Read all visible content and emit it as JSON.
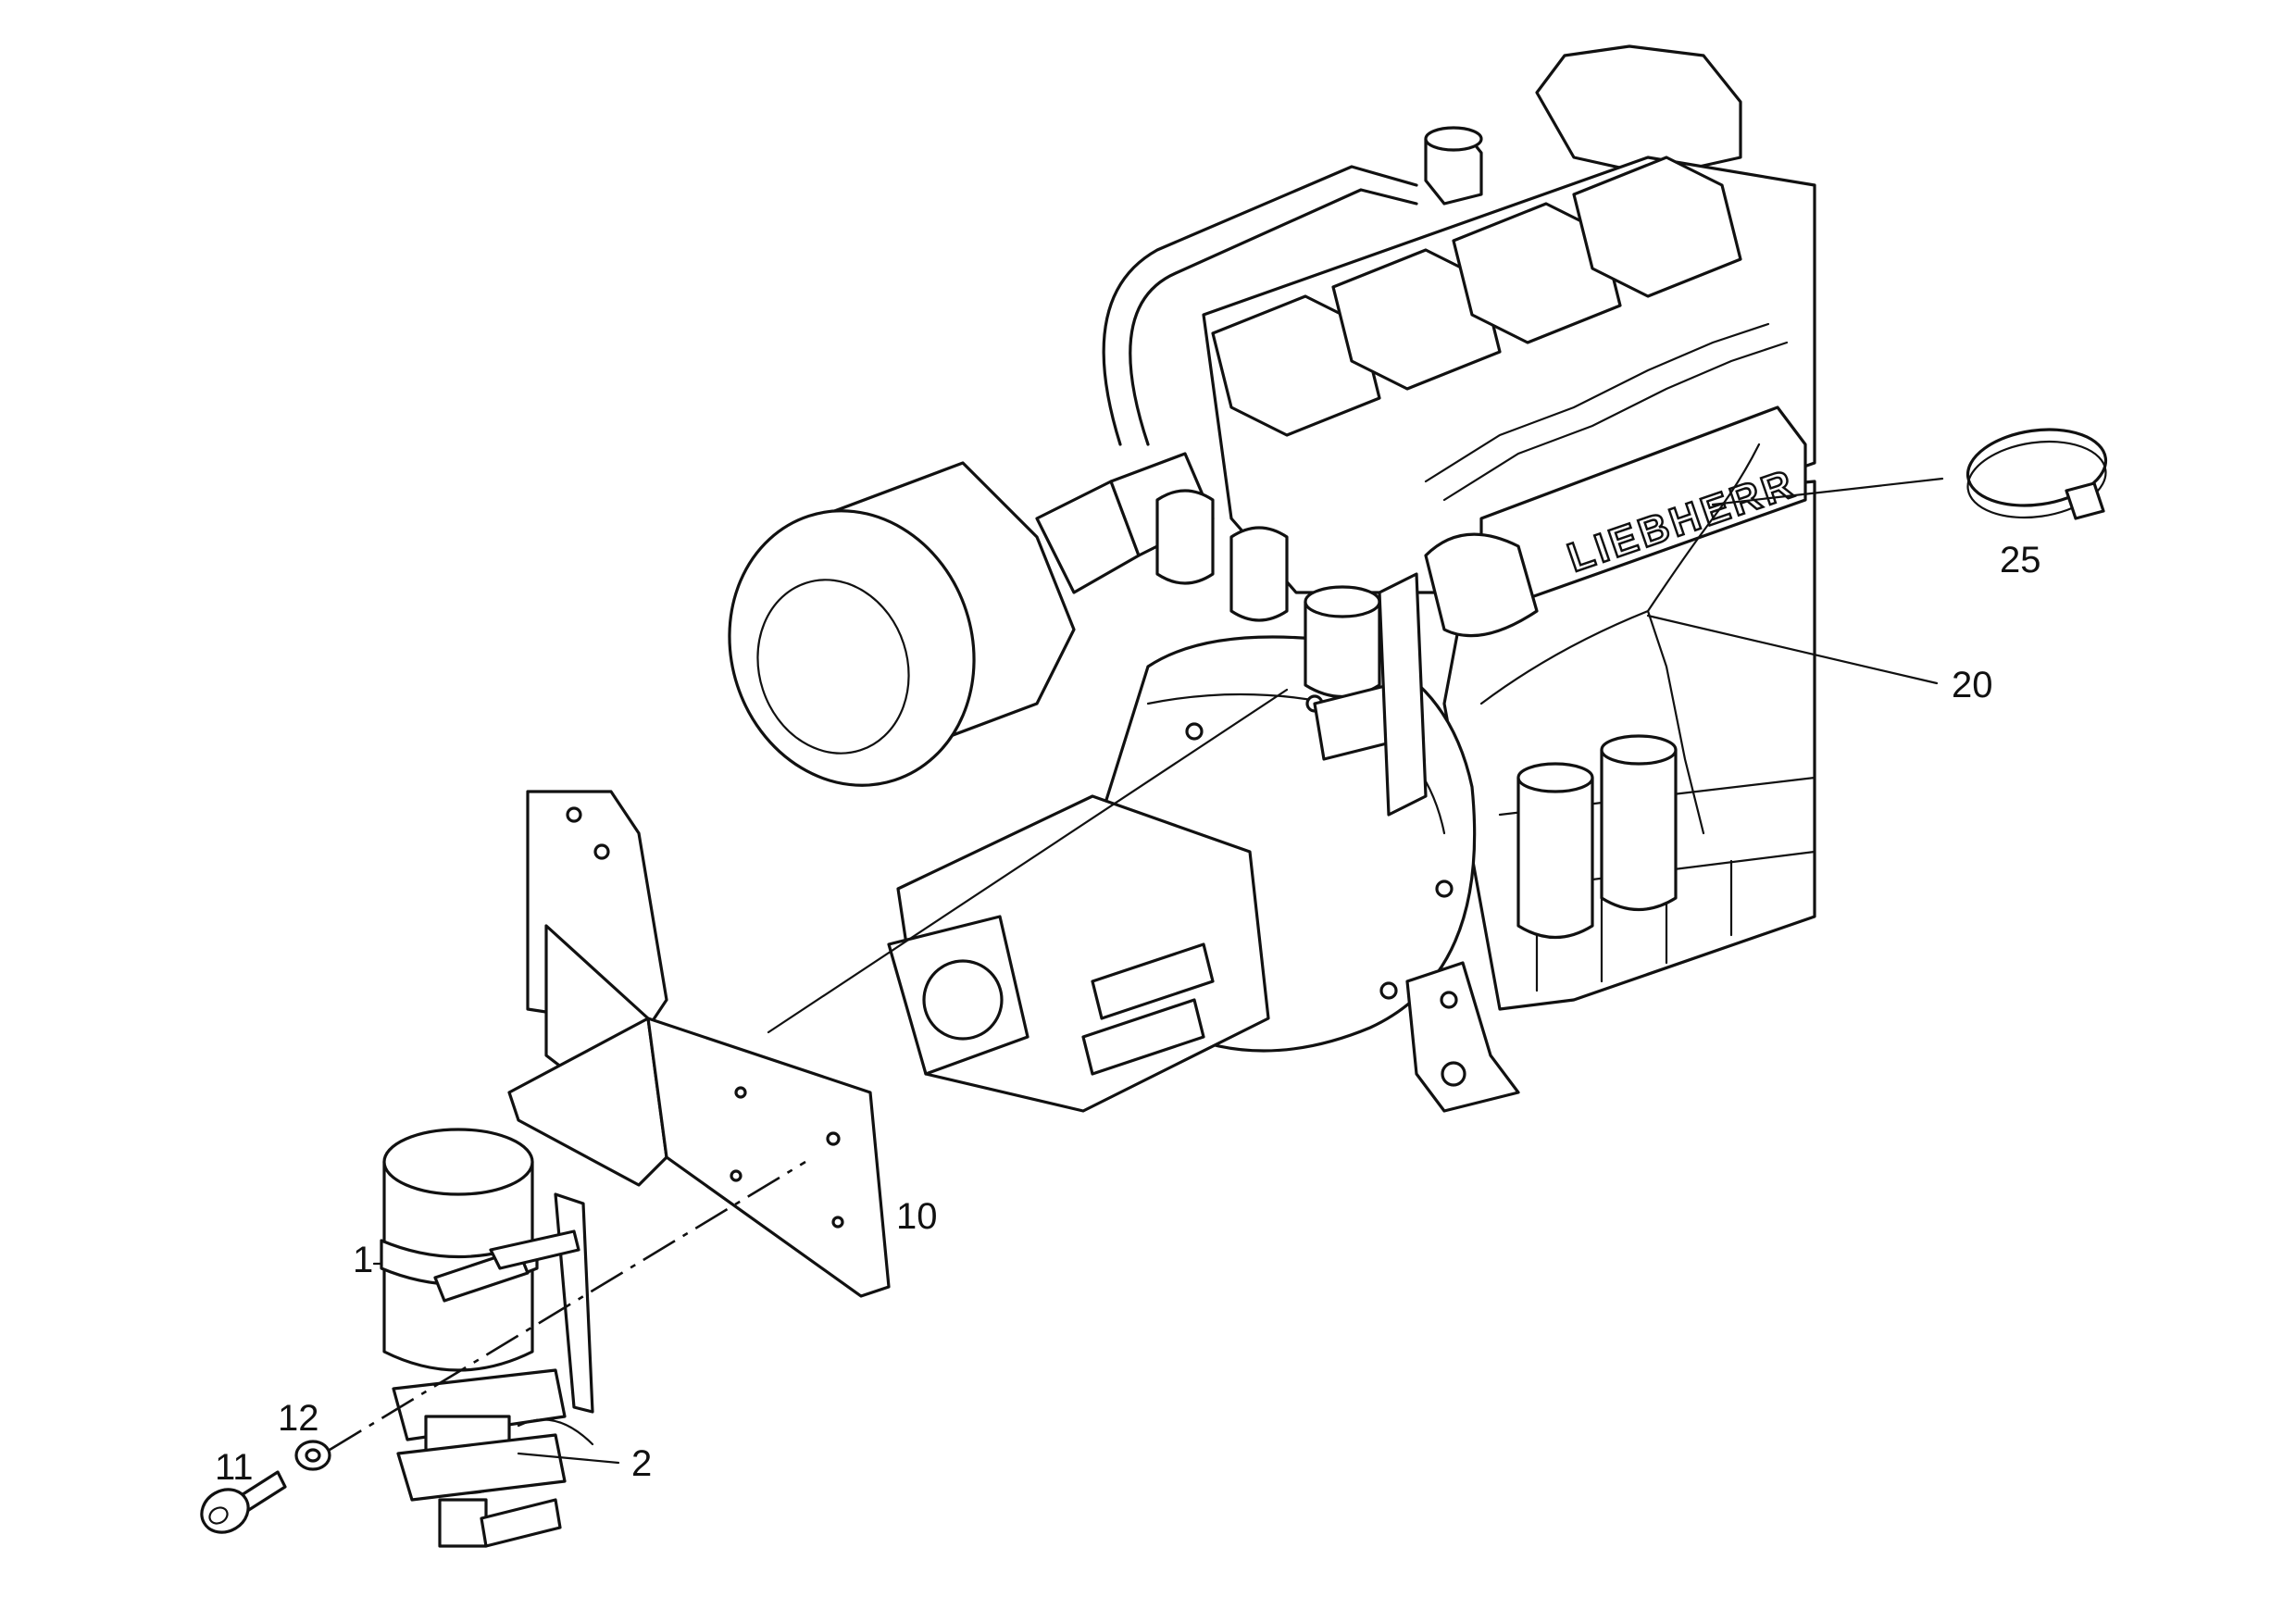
{
  "callouts": [
    {
      "id": "c1",
      "label": "1"
    },
    {
      "id": "c2",
      "label": "2"
    },
    {
      "id": "c10",
      "label": "10"
    },
    {
      "id": "c11",
      "label": "11"
    },
    {
      "id": "c12",
      "label": "12"
    },
    {
      "id": "c20",
      "label": "20"
    },
    {
      "id": "c25",
      "label": "25"
    }
  ],
  "engine_logo": "LIEBHERR"
}
